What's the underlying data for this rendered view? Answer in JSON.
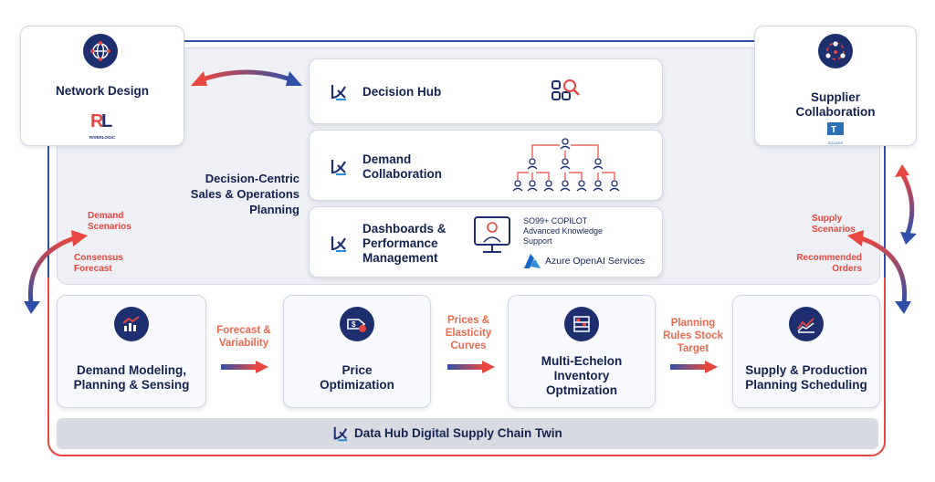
{
  "network_design": {
    "title": "Network Design",
    "logo_text": "RIVERLOGIC"
  },
  "supplier_collaboration": {
    "title_line1": "Supplier",
    "title_line2": "Collaboration",
    "logo_text": "SQUARE"
  },
  "decision_centric": {
    "line1": "Decision-Centric",
    "line2": "Sales & Operations",
    "line3": "Planning"
  },
  "decision_hub": {
    "title": "Decision Hub"
  },
  "demand_collaboration": {
    "line1": "Demand",
    "line2": "Collaboration"
  },
  "dashboards": {
    "line1": "Dashboards &",
    "line2": "Performance",
    "line3": "Management",
    "copilot_line1": "SO99+ COPILOT",
    "copilot_line2": "Advanced Knowledge",
    "copilot_line3": "Support",
    "azure": "Azure OpenAI Services"
  },
  "left_labels": {
    "demand_scenarios_1": "Demand",
    "demand_scenarios_2": "Scenarios",
    "consensus_1": "Consensus",
    "consensus_2": "Forecast"
  },
  "right_labels": {
    "supply_1": "Supply",
    "supply_2": "Scenarios",
    "recommended_1": "Recommended",
    "recommended_2": "Orders"
  },
  "modules": {
    "demand_modeling": {
      "line1": "Demand Modeling,",
      "line2": "Planning & Sensing"
    },
    "price_optimization": {
      "line1": "Price",
      "line2": "Optimization"
    },
    "multi_echelon": {
      "line1": "Multi-Echelon",
      "line2": "Inventory",
      "line3": "Optmization"
    },
    "supply_production": {
      "line1": "Supply & Production",
      "line2": "Planning Scheduling"
    }
  },
  "flows": {
    "forecast_1": "Forecast &",
    "forecast_2": "Variability",
    "prices_1": "Prices &",
    "prices_2": "Elasticity",
    "prices_3": "Curves",
    "planning_1": "Planning",
    "planning_2": "Rules Stock",
    "planning_3": "Target"
  },
  "data_hub": {
    "title": "Data Hub Digital Supply Chain Twin"
  },
  "colors": {
    "navy": "#1d2f6e",
    "red": "#e8473f",
    "blue": "#2f4fa8",
    "orange": "#e86a4e"
  }
}
